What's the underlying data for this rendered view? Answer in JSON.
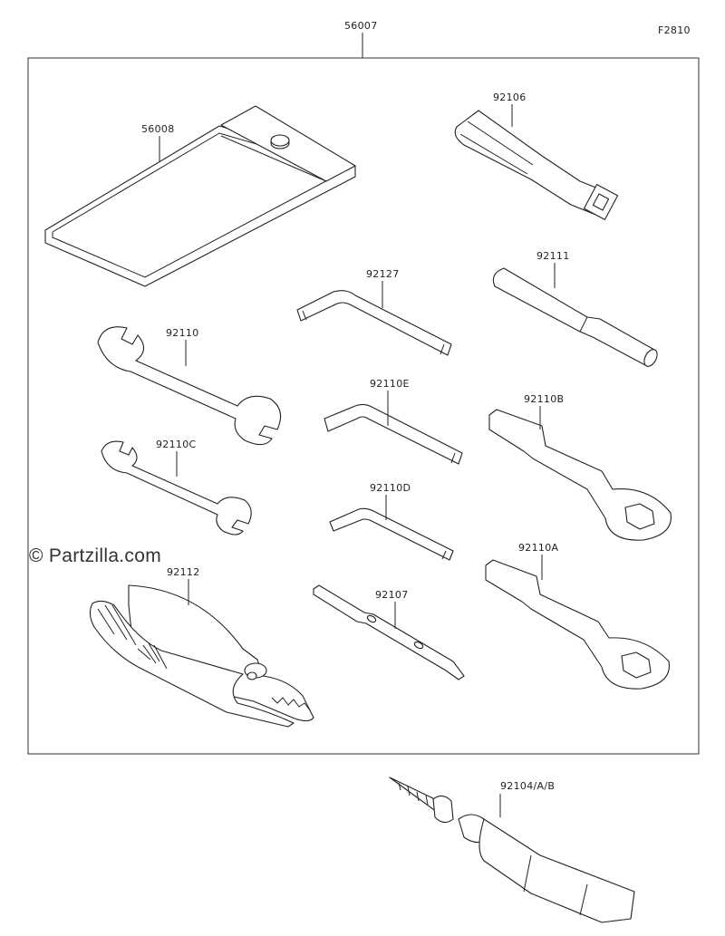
{
  "figure_code": "F2810",
  "watermark": "© Partzilla.com",
  "assembly_part": "56007",
  "parts": [
    {
      "key": "pouch",
      "number": "56008"
    },
    {
      "key": "screwdriver-handle",
      "number": "92106"
    },
    {
      "key": "hex-key-large",
      "number": "92127"
    },
    {
      "key": "extension-bar",
      "number": "92111"
    },
    {
      "key": "wrench-open-end-large",
      "number": "92110"
    },
    {
      "key": "hex-key-medium",
      "number": "92110E"
    },
    {
      "key": "ring-spanner-upper",
      "number": "92110B"
    },
    {
      "key": "wrench-open-end-small",
      "number": "92110C"
    },
    {
      "key": "hex-key-small",
      "number": "92110D"
    },
    {
      "key": "ring-spanner-lower",
      "number": "92110A"
    },
    {
      "key": "pliers",
      "number": "92112"
    },
    {
      "key": "screwdriver-bit",
      "number": "92107"
    },
    {
      "key": "grease-tube",
      "number": "92104/A/B"
    }
  ]
}
